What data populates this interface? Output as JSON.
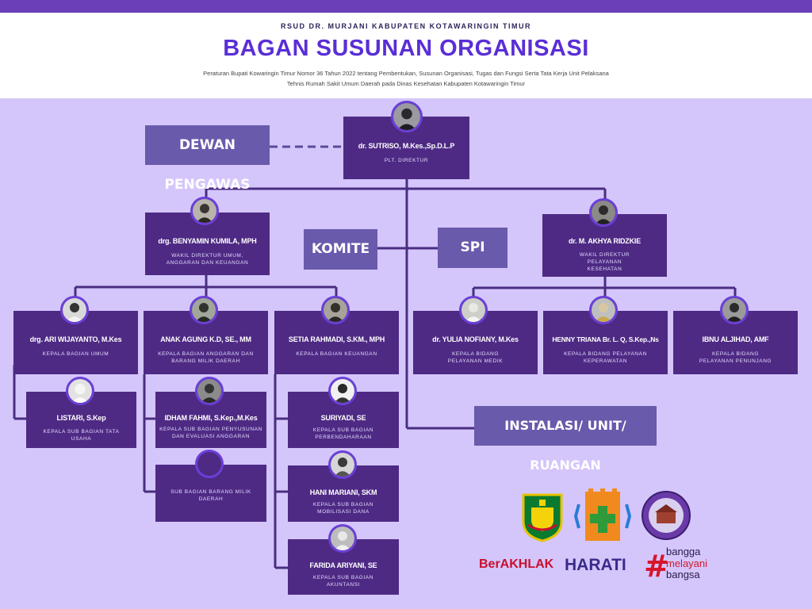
{
  "header": {
    "hospital": "RSUD DR. MURJANI KABUPATEN KOTAWARINGIN TIMUR",
    "title": "BAGAN SUSUNAN ORGANISASI",
    "regulation_line1": "Peraturan Bupati Kowaringin Timur Nomor 36 Tahun 2022 tentang Pembentukan, Susunan Organisasi, Tugas dan Fungsi Serta Tata Kerja Unit Pelaksana",
    "regulation_line2": "Tehnis Rumah Sakit Umum Daerah pada Dinas Kesehatan Kabupaten Kotawaringin Timur"
  },
  "labels": {
    "dewan": "DEWAN PENGAWAS",
    "komite": "KOMITE",
    "spi": "SPI",
    "instalasi": "INSTALASI/ UNIT/ RUANGAN"
  },
  "nodes": {
    "direktur": {
      "name": "dr. SUTRISO, M.Kes.,Sp.D.L.P",
      "role": "PLT. DIREKTUR"
    },
    "wadir_umum": {
      "name": "drg. BENYAMIN KUMILA, MPH",
      "role": "WAKIL DIREKTUR UMUM, ANGGARAN DAN KEUANGAN"
    },
    "wadir_yankes": {
      "name": "dr. M. AKHYA RIDZKIE",
      "role": "WAKIL DIREKTUR PELAYANAN KESEHATAN"
    },
    "kabag_umum": {
      "name": "drg. ARI WIJAYANTO, M.Kes",
      "role": "KEPALA BAGIAN UMUM"
    },
    "kabag_anggaran": {
      "name": "ANAK AGUNG K.D, SE., MM",
      "role": "KEPALA BAGIAN ANGGARAN DAN BARANG MILIK DAERAH"
    },
    "kabag_keuangan": {
      "name": "SETIA RAHMADI, S.KM., MPH",
      "role": "KEPALA BAGIAN KEUANGAN"
    },
    "kabid_medik": {
      "name": "dr. YULIA NOFIANY, M.Kes",
      "role": "KEPALA BIDANG PELAYANAN MEDIK"
    },
    "kabid_keperawatan": {
      "name": "HENNY TRIANA Br. L. Q, S.Kep.,Ns",
      "role": "KEPALA BIDANG PELAYANAN KEPERAWATAN"
    },
    "kabid_penunjang": {
      "name": "IBNU ALJIHAD, AMF",
      "role": "KEPALA BIDANG PELAYANAN PENUNJANG"
    },
    "kasubag_tu": {
      "name": "LISTARI, S.Kep",
      "role": "KEPALA SUB BAGIAN TATA USAHA"
    },
    "kasubag_penyusunan": {
      "name": "IDHAM FAHMI, S.Kep.,M.Kes",
      "role": "KEPALA SUB BAGIAN PENYUSUNAN DAN EVALUASI ANGGARAN"
    },
    "subag_bmd": {
      "name": "",
      "role": "SUB BAGIAN BARANG MILIK DAERAH"
    },
    "kasubag_perbendaharaan": {
      "name": "SURIYADI, SE",
      "role": "KEPALA SUB BAGIAN PERBENDAHARAAN"
    },
    "kasubag_mobilisasi": {
      "name": "HANI MARIANI, SKM",
      "role": "KEPALA SUB BAGIAN MOBILISASI DANA"
    },
    "kasubag_akuntansi": {
      "name": "FARIDA ARIYANI, SE",
      "role": "KEPALA SUB BAGIAN AKUNTANSI"
    }
  },
  "brands": {
    "berakhlak": "BerAKHLAK",
    "harati": "HARATI",
    "bangga_1": "bangga",
    "bangga_2": "melayani",
    "bangga_3": "bangsa"
  },
  "colors": {
    "box": "#4e2a84",
    "label_box": "#6a5aab",
    "line": "#4a2d80",
    "title": "#5a2ed6",
    "background": "#d4c6fb"
  }
}
